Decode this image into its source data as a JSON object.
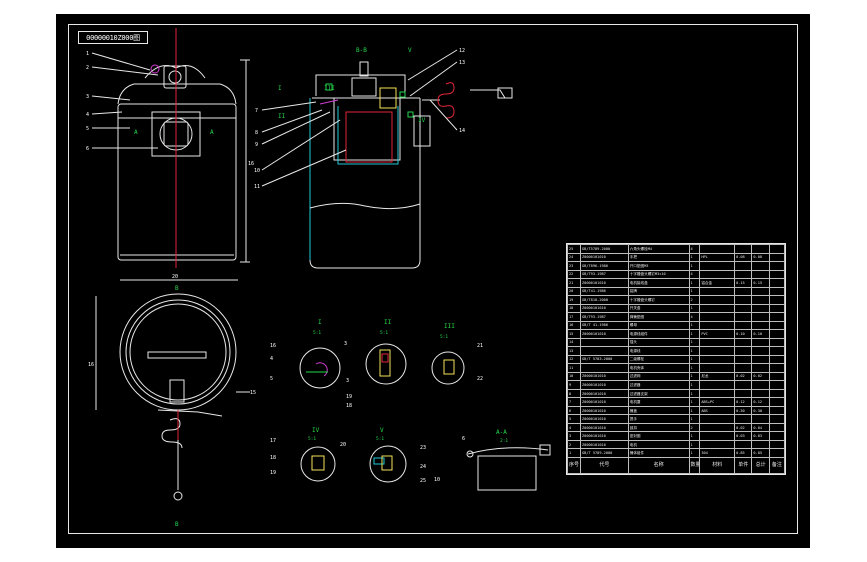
{
  "title_block": {
    "drawing_no": "00000010Z000图"
  },
  "views": {
    "front": {
      "section_arrow_left": "A",
      "section_arrow_right": "A",
      "dim_right": "16",
      "part_labels": [
        "1",
        "2",
        "3",
        "4",
        "5",
        "6"
      ]
    },
    "section_bb": {
      "title": "B-B",
      "markers": [
        "I",
        "II",
        "III",
        "IV",
        "V"
      ],
      "part_labels": [
        "7",
        "8",
        "9",
        "10",
        "11",
        "12",
        "13",
        "14"
      ]
    },
    "top": {
      "dim_top": "20",
      "label_b_top": "B",
      "label_b_bottom": "B",
      "dim_left": "16",
      "part_label": "15"
    },
    "details": [
      {
        "roman": "I",
        "scale": "5:1",
        "labels": [
          "16",
          "4",
          "3",
          "5"
        ]
      },
      {
        "roman": "II",
        "scale": "5:1",
        "labels": [
          "3",
          "19",
          "18"
        ]
      },
      {
        "roman": "III",
        "scale": "5:1",
        "labels": [
          "21",
          "22"
        ]
      },
      {
        "roman": "IV",
        "scale": "5:1",
        "labels": [
          "17",
          "18",
          "19",
          "20"
        ]
      },
      {
        "roman": "V",
        "scale": "5:1",
        "labels": [
          "23",
          "24",
          "25",
          "10"
        ]
      },
      {
        "roman": "A-A",
        "scale": "2:1",
        "labels": [
          "6"
        ]
      }
    ]
  },
  "bom": {
    "headers": [
      "序号",
      "代号",
      "名称",
      "数量",
      "材料",
      "单件",
      "总计",
      "备注"
    ],
    "rows": [
      [
        "25",
        "GB/T5789-2000",
        "六角头螺栓M4",
        "4",
        "",
        "",
        "",
        ""
      ],
      [
        "24",
        "Z0000101010",
        "手把",
        "1",
        "HPL",
        "0.08",
        "0.08",
        ""
      ],
      [
        "23",
        "GB/T896-1986",
        "开口垫圈M3",
        "1",
        "",
        "",
        "",
        ""
      ],
      [
        "22",
        "GB/T93-1987",
        "十字槽盘头螺钉M3×10",
        "4",
        "",
        "",
        "",
        ""
      ],
      [
        "21",
        "Z0000101010",
        "电机接线盒",
        "1",
        "铝合金",
        "0.15",
        "0.15",
        ""
      ],
      [
        "20",
        "GB/T41-1986",
        "铭牌",
        "1",
        "",
        "",
        "",
        ""
      ],
      [
        "19",
        "GB/T818-2000",
        "十字槽盘头螺钉",
        "2",
        "",
        "",
        "",
        ""
      ],
      [
        "18",
        "Z0000101010",
        "开关盒",
        "1",
        "",
        "",
        "",
        ""
      ],
      [
        "17",
        "GB/T93-1987",
        "弹簧垫圈",
        "4",
        "",
        "",
        "",
        ""
      ],
      [
        "16",
        "GB/T 41-1986",
        "螺母",
        "1",
        "",
        "",
        "",
        ""
      ],
      [
        "15",
        "Z0000101010",
        "电源线组件",
        "1",
        "PVC",
        "0.10",
        "0.10",
        ""
      ],
      [
        "14",
        "",
        "插头",
        "1",
        "",
        "",
        "",
        ""
      ],
      [
        "13",
        "",
        "电源线",
        "1",
        "",
        "",
        "",
        ""
      ],
      [
        "12",
        "GB/T 5783-2000",
        "二级螺栓",
        "1",
        "",
        "",
        "",
        ""
      ],
      [
        "11",
        "",
        "电机壳体",
        "1",
        "",
        "",
        "",
        ""
      ],
      [
        "10",
        "Z0000101010",
        "过滤网",
        "1",
        "尼龙",
        "0.02",
        "0.02",
        ""
      ],
      [
        "9",
        "Z0000101010",
        "过滤器",
        "1",
        "",
        "",
        "",
        ""
      ],
      [
        "8",
        "Z0000101010",
        "过滤器支架",
        "1",
        "",
        "",
        "",
        ""
      ],
      [
        "7",
        "Z0000101010",
        "电机罩",
        "1",
        "ABS+PC",
        "0.12",
        "0.12",
        ""
      ],
      [
        "6",
        "Z0000101010",
        "桶盖",
        "1",
        "ABS",
        "0.30",
        "0.30",
        ""
      ],
      [
        "5",
        "Z0000101010",
        "提手",
        "1",
        "",
        "",
        "",
        ""
      ],
      [
        "4",
        "Z0000101010",
        "锁扣",
        "2",
        "",
        "0.02",
        "0.04",
        ""
      ],
      [
        "3",
        "Z0000101010",
        "密封圈",
        "1",
        "",
        "0.03",
        "0.03",
        ""
      ],
      [
        "2",
        "Z0000101010",
        "电机",
        "1",
        "",
        "",
        "",
        ""
      ],
      [
        "1",
        "GB/T 5789-2000",
        "桶体组件",
        "1",
        "304",
        "0.85",
        "0.85",
        ""
      ]
    ]
  },
  "colors": {
    "background": "#000000",
    "line_green": "#25d94b",
    "line_cyan": "#1fc7d6",
    "centerline_red": "#e0263a",
    "line_white": "#e8e8e8",
    "line_yellow": "#f4e25a",
    "accent_magenta": "#d33fd3"
  }
}
